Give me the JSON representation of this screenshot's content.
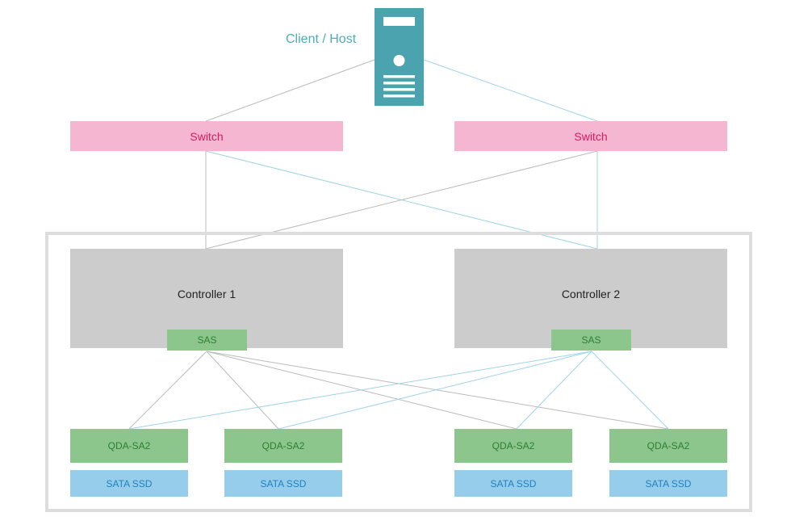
{
  "host": {
    "label": "Client / Host",
    "icon": "server-icon",
    "color": "#4aa3ae"
  },
  "switches": [
    {
      "label": "Switch"
    },
    {
      "label": "Switch"
    }
  ],
  "controllers": [
    {
      "label": "Controller 1",
      "sas_label": "SAS"
    },
    {
      "label": "Controller 2",
      "sas_label": "SAS"
    }
  ],
  "expanders": [
    {
      "label": "QDA-SA2",
      "drive": "SATA SSD"
    },
    {
      "label": "QDA-SA2",
      "drive": "SATA SSD"
    },
    {
      "label": "QDA-SA2",
      "drive": "SATA SSD"
    },
    {
      "label": "QDA-SA2",
      "drive": "SATA SSD"
    }
  ],
  "colors": {
    "switch_fill": "#f4b6d0",
    "switch_text": "#d81b60",
    "controller_fill": "#cccccc",
    "sas_fill": "#8cc68d",
    "sas_text": "#2e7d32",
    "ssd_fill": "#96cdea",
    "ssd_text": "#1e7fc4",
    "link_gray": "#bbbbbb",
    "link_blue": "#9fd3ea"
  }
}
